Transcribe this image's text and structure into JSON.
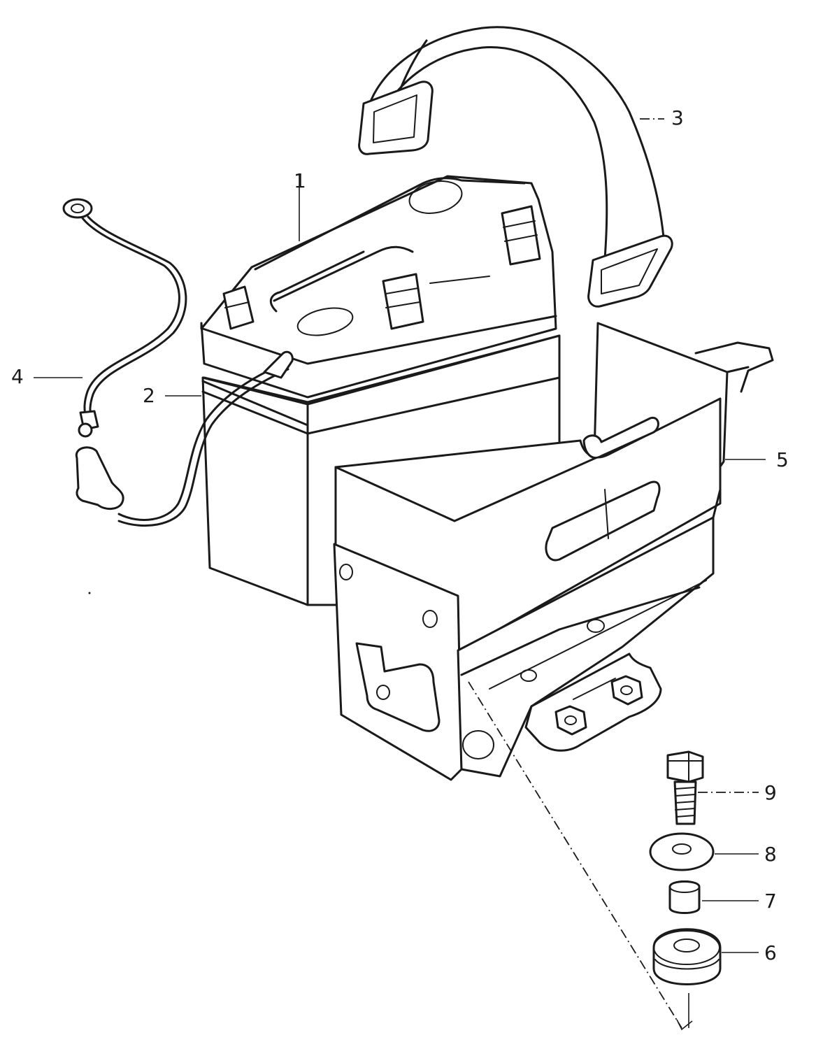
{
  "callouts": {
    "c1": "1",
    "c2": "2",
    "c3": "3",
    "c4": "4",
    "c5": "5",
    "c6": "6",
    "c7": "7",
    "c8": "8",
    "c9": "9"
  },
  "colors": {
    "ink": "#1a1a1a",
    "paper": "#ffffff"
  }
}
